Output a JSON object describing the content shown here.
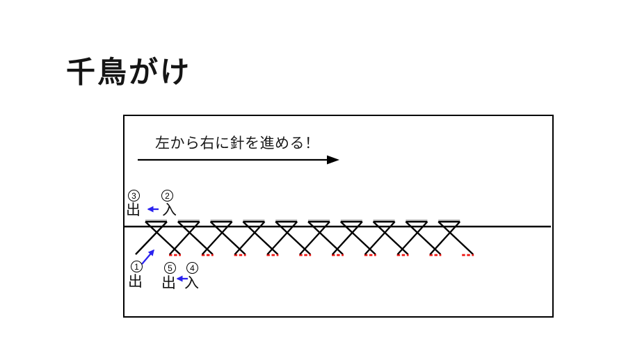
{
  "title": "千鳥がけ",
  "diagram": {
    "instruction": "左から右に針を進める！",
    "labels": {
      "step1": {
        "num": "1",
        "text": "出"
      },
      "step2": {
        "num": "2",
        "text": "入"
      },
      "step3": {
        "num": "3",
        "text": "出"
      },
      "step4": {
        "num": "4",
        "text": "入"
      },
      "step5": {
        "num": "5",
        "text": "出"
      }
    },
    "stitch": {
      "top_stitch_count": 10,
      "hidden_stitch_count": 10
    },
    "colors": {
      "thread": "#000000",
      "fabric_line": "#000000",
      "hidden_stitch_red": "#ee1410",
      "step_arrow_blue": "#2a22ef",
      "stitch_highlight_gray": "#a8a8a8"
    }
  }
}
